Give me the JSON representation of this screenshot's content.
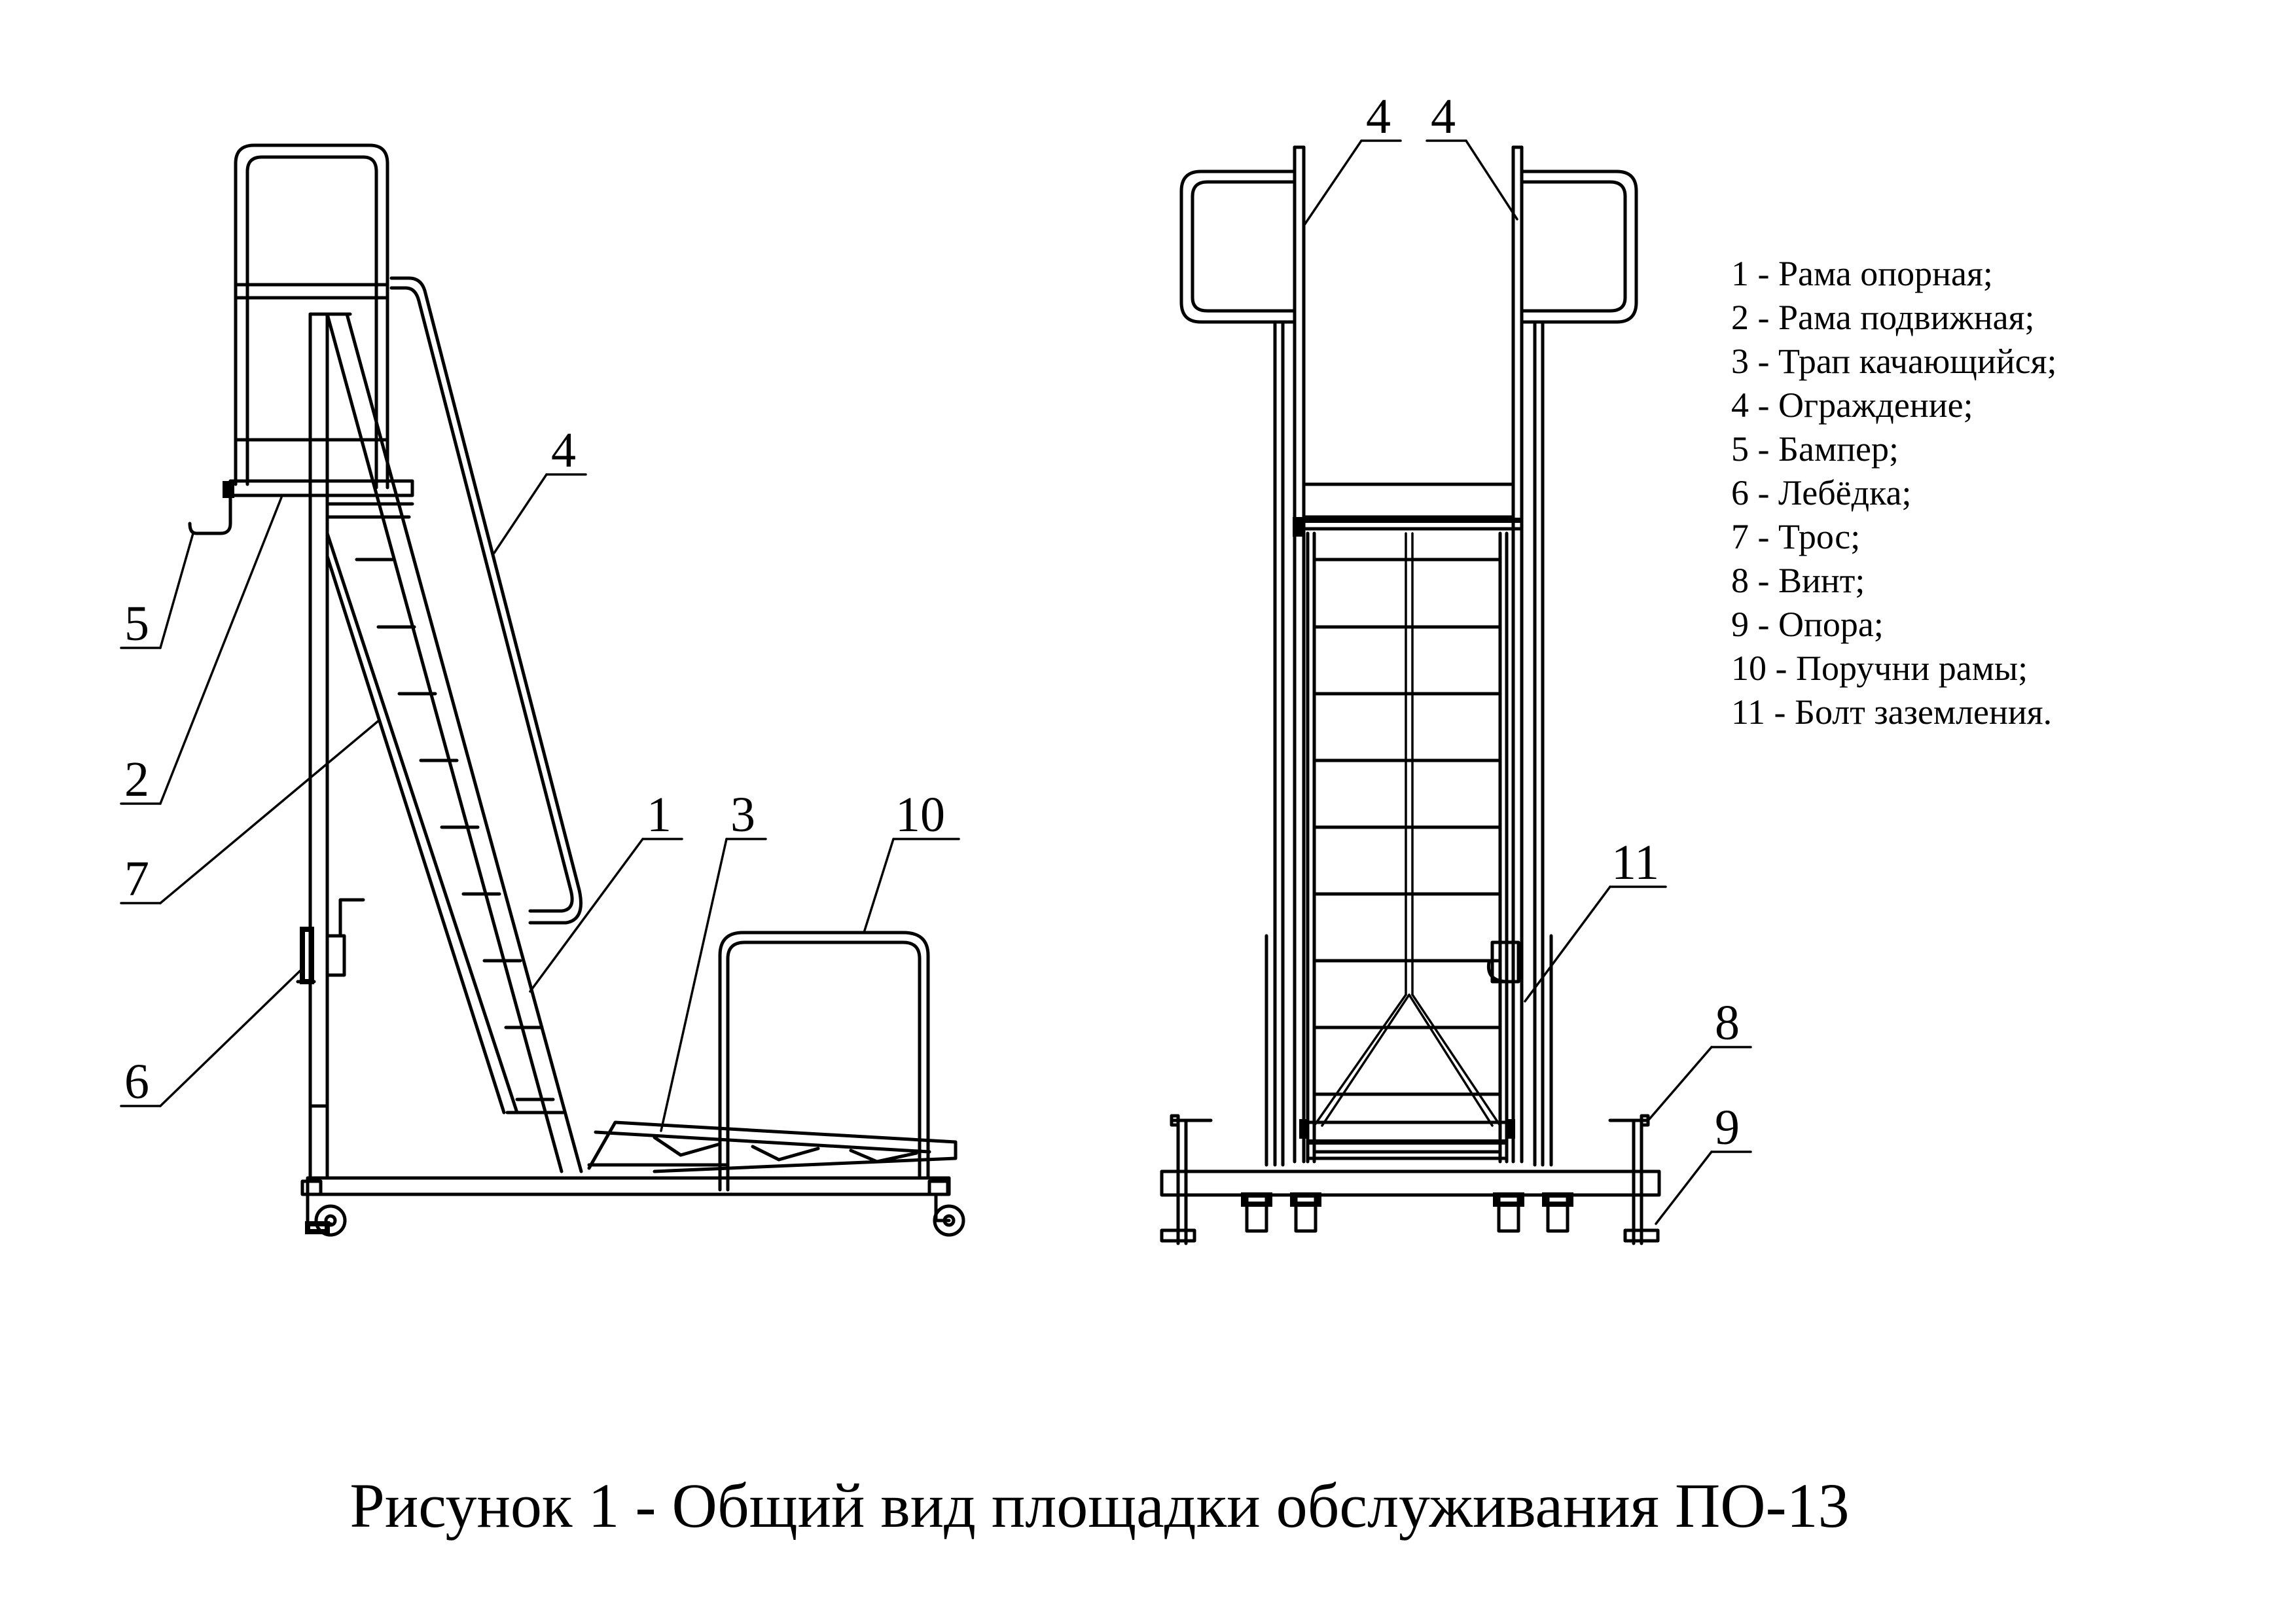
{
  "legend": [
    "1 - Рама опорная;",
    "2 - Рама подвижная;",
    "3 - Трап качающийся;",
    "4 - Ограждение;",
    "5 - Бампер;",
    "6 - Лебёдка;",
    "7 - Трос;",
    "8 - Винт;",
    "9 - Опора;",
    "10 - Поручни рамы;",
    "11 - Болт заземления."
  ],
  "callouts": {
    "side_view": [
      "5",
      "2",
      "7",
      "6",
      "4",
      "1",
      "3",
      "10"
    ],
    "front_view": [
      "4",
      "4",
      "11",
      "8",
      "9"
    ]
  },
  "caption": "Рисунок 1 - Общий вид площадки обслуживания ПО-13"
}
